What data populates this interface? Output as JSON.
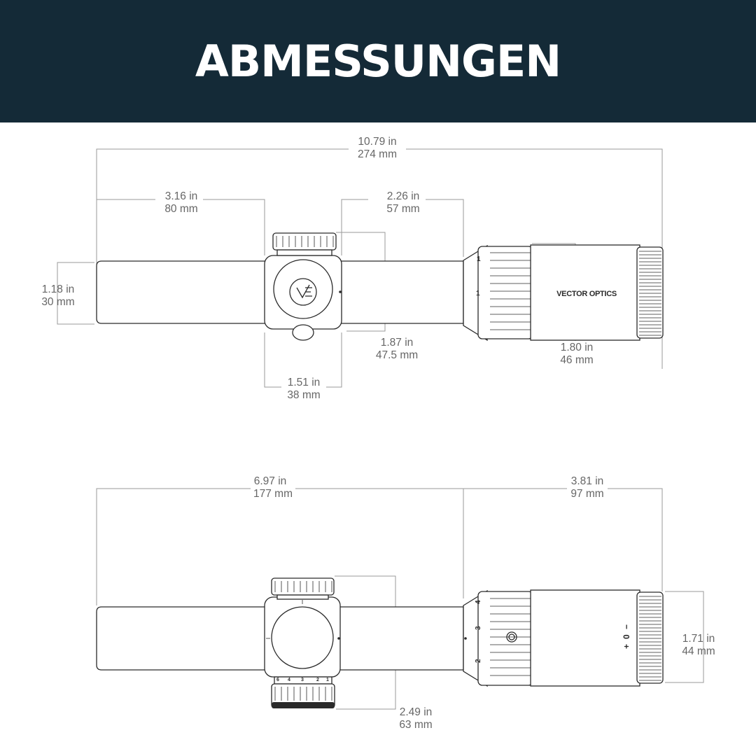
{
  "title": "ABMESSUNGEN",
  "brand_text": "VECTOR OPTICS",
  "dimensions": [
    {
      "id": "overall_length",
      "in": "10.79 in",
      "mm": "274 mm"
    },
    {
      "id": "front_tube_length",
      "in": "3.16 in",
      "mm": "80 mm"
    },
    {
      "id": "rear_tube_length",
      "in": "2.26 in",
      "mm": "57 mm"
    },
    {
      "id": "tube_diameter",
      "in": "1.18 in",
      "mm": "30 mm"
    },
    {
      "id": "turret_height",
      "in": "1.87 in",
      "mm": "47.5 mm"
    },
    {
      "id": "eyepiece_diameter",
      "in": "1.80 in",
      "mm": "46 mm"
    },
    {
      "id": "saddle_length",
      "in": "1.51 in",
      "mm": "38 mm"
    },
    {
      "id": "front_to_ring",
      "in": "6.97 in",
      "mm": "177 mm"
    },
    {
      "id": "ring_to_end",
      "in": "3.81 in",
      "mm": "97 mm"
    },
    {
      "id": "eyepiece_diameter_top",
      "in": "1.71 in",
      "mm": "44 mm"
    },
    {
      "id": "turret_total_height",
      "in": "2.49 in",
      "mm": "63 mm"
    }
  ],
  "markings": {
    "ring_side": [
      "1",
      "1"
    ],
    "ring_top": [
      "4",
      "3",
      "2"
    ],
    "diopter": [
      "+",
      "0",
      "−"
    ],
    "turret_dial": [
      "6",
      "4",
      "3",
      "2",
      "1"
    ]
  },
  "colors": {
    "header_bg": "#142a37",
    "header_text": "#ffffff",
    "dim_text": "#666666",
    "dim_line": "#9a9a9a",
    "outline": "#2a2a2a"
  }
}
